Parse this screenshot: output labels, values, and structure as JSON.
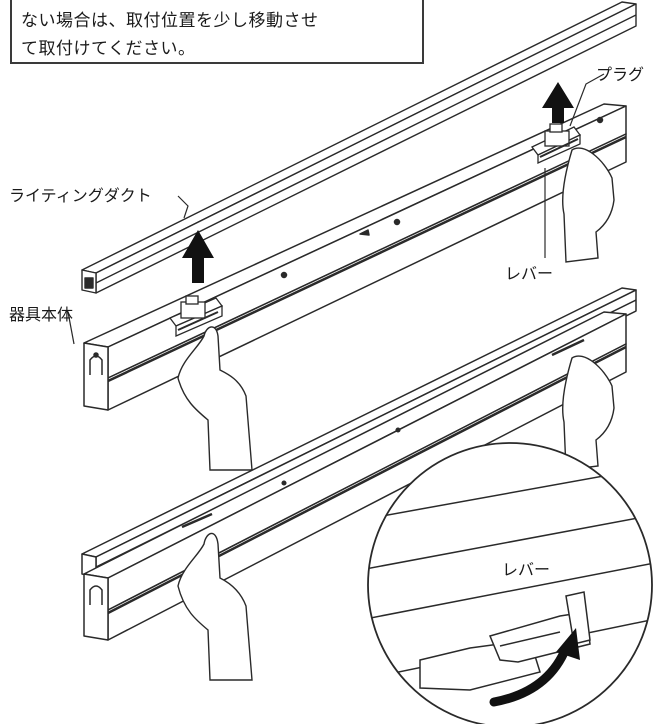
{
  "note": {
    "line1": "ない場合は、取付位置を少し移動させ",
    "line2": "て取付けてください。"
  },
  "labels": {
    "plug": "プラグ",
    "lighting_duct": "ライティングダクト",
    "lever_top": "レバー",
    "fixture_body": "器具本体",
    "lever_detail": "レバー"
  },
  "colors": {
    "line": "#2a2a2a",
    "arrow": "#111111",
    "fill": "#ffffff"
  }
}
